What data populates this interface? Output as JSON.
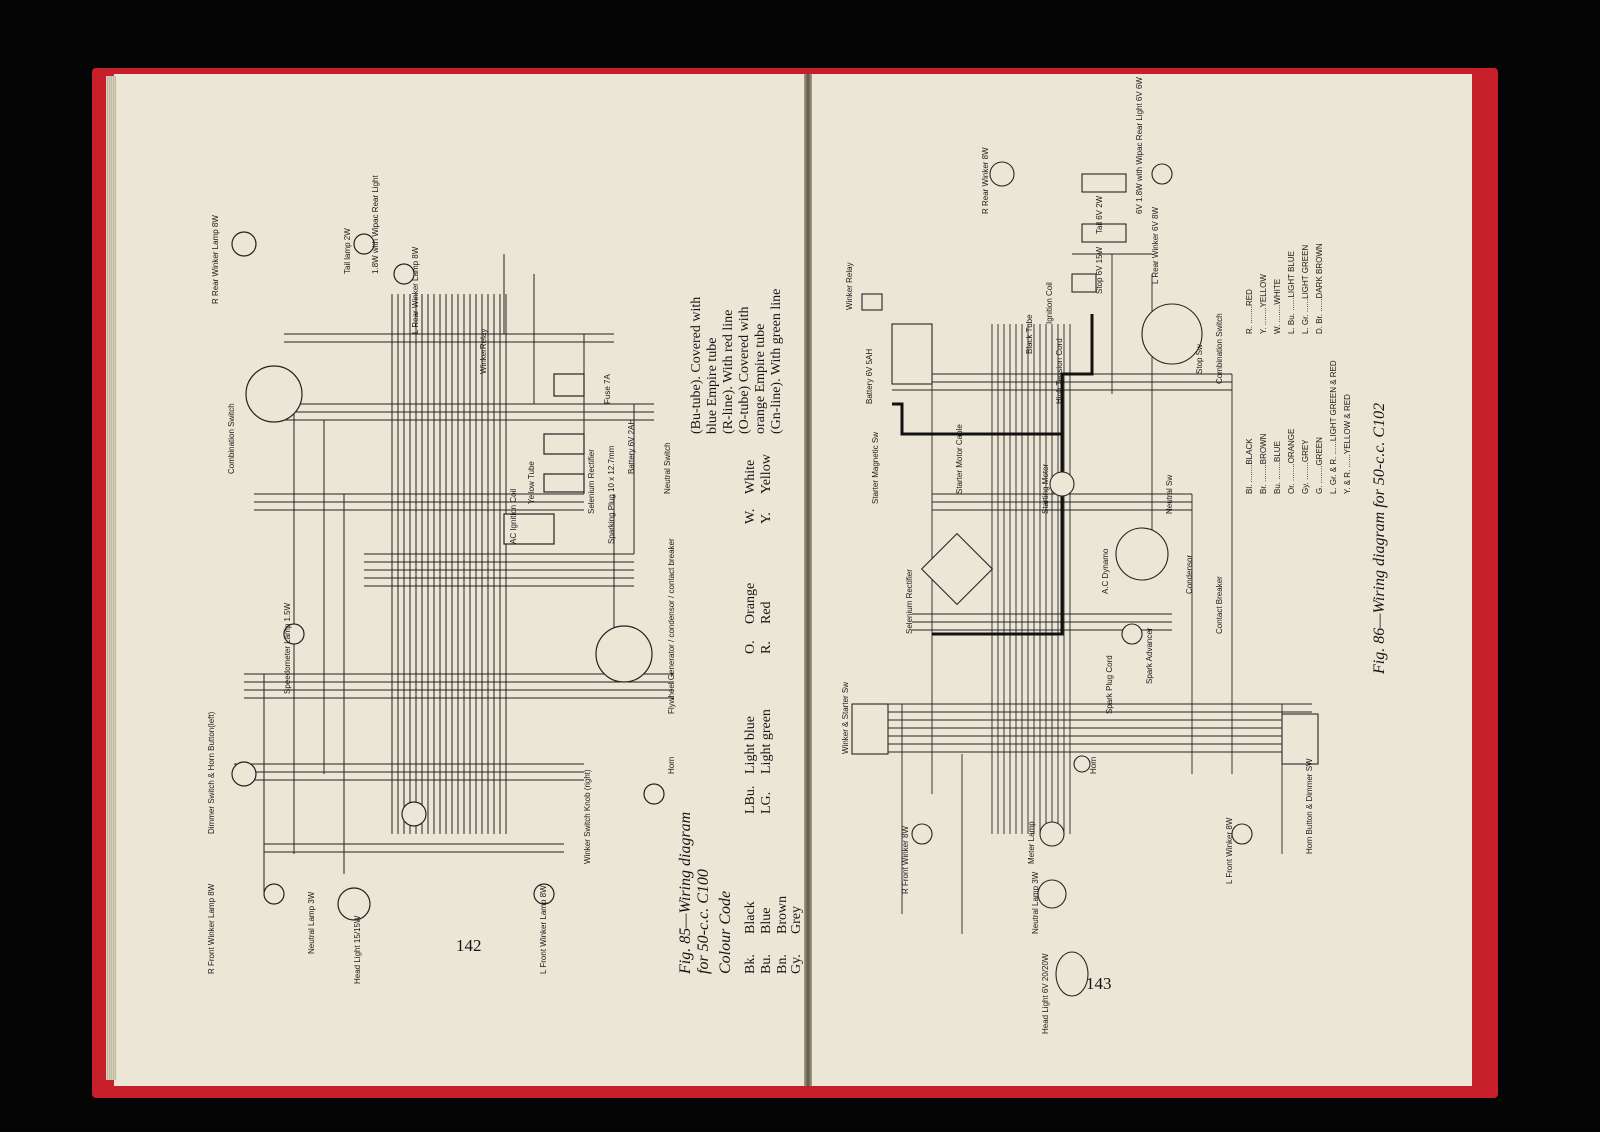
{
  "left_page": {
    "page_number": "142",
    "caption_line1": "Fig. 85—Wiring diagram",
    "caption_line2": "for 50-c.c. C100",
    "colour_code_title": "Colour Code",
    "colour_codes": [
      [
        "Bk.",
        "Black"
      ],
      [
        "Bu.",
        "Blue"
      ],
      [
        "Bn.",
        "Brown"
      ],
      [
        "Gy.",
        "Grey"
      ],
      [
        "LBu.",
        "Light blue"
      ],
      [
        "LG.",
        "Light green"
      ],
      [
        "O.",
        "Orange"
      ],
      [
        "R.",
        "Red"
      ],
      [
        "W.",
        "White"
      ],
      [
        "Y.",
        "Yellow"
      ]
    ],
    "tube_notes": [
      "(Bu-tube). Covered with",
      "blue Empire tube",
      "(R-line). With red line",
      "(O-tube) Covered with",
      "orange Empire tube",
      "(Gn-line). With green line"
    ],
    "labels": {
      "r_rear_winker": "R Rear Winker Lamp 8W",
      "tail_lamp": "Tail lamp 2W",
      "wipac": "1.8W with Wipac Rear Light",
      "l_rear_winker": "L Rear Winker Lamp 8W",
      "combination_switch": "Combination Switch",
      "winker_relay": "WinkerRelay",
      "fuse": "Fuse 7A",
      "battery": "Battery 6V 2AH",
      "selenium": "Selenium Rectifier",
      "yellow_tube": "Yellow Tube",
      "ignition_coil": "AC Ignition Coil",
      "sparking_plug": "Sparking Plug 10 x 12.7mm",
      "neutral_switch": "Neutral Switch",
      "speedometer": "Speedometer Lamp 1.5W",
      "flywheel": "Flywheel Generator / condensor / contact breaker",
      "dimmer": "Dimmer Switch & Horn Button(left)",
      "winker_switch": "Winker Switch Knob (right)",
      "horn": "Horn",
      "r_front_winker": "R Front Winker Lamp 8W",
      "neutral_lamp": "Neutral Lamp 3W",
      "head_light": "Head Light 15/15W",
      "l_front_winker": "L Front Winker Lamp 8W"
    }
  },
  "right_page": {
    "page_number": "143",
    "caption": "Fig. 86—Wiring diagram for 50-c.c. C102",
    "colour_codes_col1": [
      "Bl. ........BLACK",
      "Br. ........BROWN",
      "Bu. ........BLUE",
      "Or. ........ORANGE",
      "Gy. ........GREY",
      "G. ........GREEN",
      "L. Gr. & R. ......LIGHT GREEN & RED",
      "Y. & R. ......YELLOW & RED"
    ],
    "colour_codes_col2": [
      "R. ........RED",
      "Y. ........YELLOW",
      "W. ........WHITE",
      "L. Bu. ......LIGHT BLUE",
      "L. Gr. ......LIGHT GREEN",
      "D. Br. ......DARK BROWN"
    ],
    "labels": {
      "r_rear_winker": "R Rear Winker 8W",
      "wipac": "6V 1.8W with Wipac Rear Light 6V 6W",
      "tail": "Tail 6V 2W",
      "stop": "Stop 6V 15W",
      "l_rear_winker": "L Rear Winker 6V 8W",
      "winker_relay": "Winker Relay",
      "ignition_coil": "Ignition Coil",
      "black_tube": "Black Tube",
      "high_tension": "High Tension Cord",
      "battery": "Battery 6V 5AH",
      "starter_magnetic": "Starter Magnetic Sw",
      "starter_motor_cable": "Starter Motor Cable",
      "stop_sw": "Stop Sw",
      "combination_switch": "Combination Switch",
      "starting_motor": "Starting Motor",
      "neutral_sw": "Neutral Sw",
      "condensor": "Condensor",
      "contact_breaker": "Contact Breaker",
      "ac_dynamo": "A.C Dynamo",
      "selenium": "Selenium Rectifier",
      "spark_advancer": "Spark Advancer",
      "spark_plug": "Spark Plug Cord",
      "winker_starter": "Winker & Starter Sw",
      "horn": "Horn",
      "r_front_winker": "R Front Winker 8W",
      "meter_lamp": "Meter Lamp",
      "neutral_lamp": "Neutral Lamp 3W",
      "l_front_winker": "L Front Winker 8W",
      "horn_dimmer": "Horn Button & Dimmer SW",
      "head_light": "Head Light 6V 20/20W"
    }
  }
}
